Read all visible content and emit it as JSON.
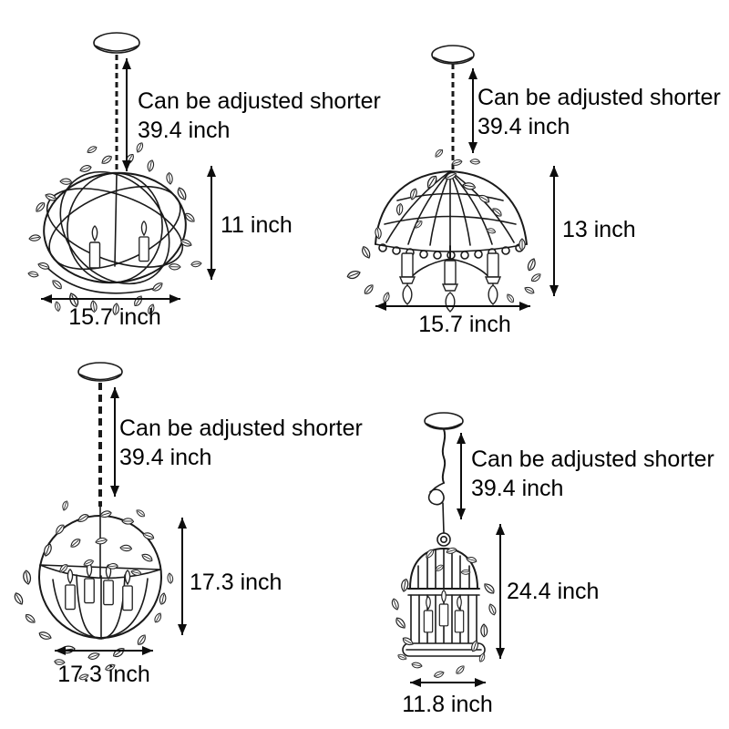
{
  "colors": {
    "background": "#ffffff",
    "line_art": "#1a1a1a",
    "text": "#000000"
  },
  "products": [
    {
      "id": "ball-nest-pendant",
      "adjust_note": "Can be adjusted shorter",
      "adjust_length": "39.4 inch",
      "fixture_height": "11 inch",
      "fixture_width": "15.7 inch"
    },
    {
      "id": "dome-cage-chandelier",
      "adjust_note": "Can be adjusted shorter",
      "adjust_length": "39.4 inch",
      "fixture_height": "13 inch",
      "fixture_width": "15.7 inch"
    },
    {
      "id": "globe-sphere-chandelier",
      "adjust_note": "Can be adjusted shorter",
      "adjust_length": "39.4 inch",
      "fixture_height": "17.3 inch",
      "fixture_width": "17.3 inch"
    },
    {
      "id": "birdcage-chandelier",
      "adjust_note": "Can be adjusted shorter",
      "adjust_length": "39.4 inch",
      "fixture_height": "24.4 inch",
      "fixture_width": "11.8 inch"
    }
  ]
}
